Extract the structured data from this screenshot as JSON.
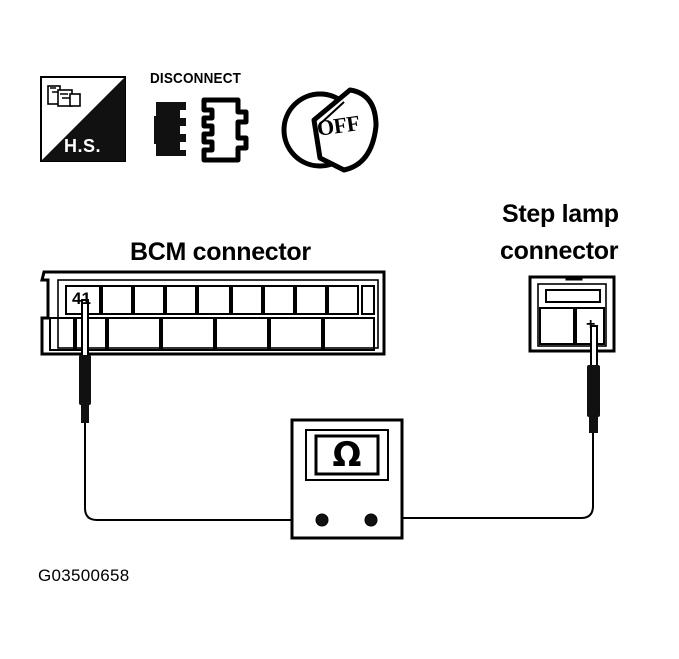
{
  "icons": {
    "hs_icon": "hand-tool-icon",
    "hs_label": "H.S.",
    "disconnect_label": "DISCONNECT",
    "disconnect_icon": "connector-disconnect-icon",
    "ignition_icon": "ignition-key-icon",
    "ignition_label": "OFF"
  },
  "bcm": {
    "title": "BCM connector",
    "pin_label": "41"
  },
  "step_lamp": {
    "title_line1": "Step lamp",
    "title_line2": "connector",
    "terminal_label": "+"
  },
  "meter": {
    "symbol": "Ω",
    "icon": "ohmmeter-icon"
  },
  "figure_id": "G03500658"
}
